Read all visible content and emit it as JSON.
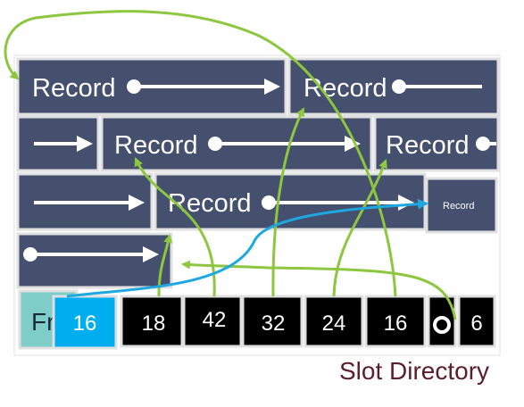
{
  "colors": {
    "record_fill": "#44506e",
    "page_border": "#d6d6d6",
    "arrow_white": "#ffffff",
    "pointer_green": "#8dc63f",
    "pointer_blue": "#1ea8e0",
    "slot_black": "#000000",
    "slot_free_fill": "#00aeef",
    "footer_teal": "#7ecdc8",
    "caption_color": "#5a1e2c"
  },
  "records": {
    "row1_a": "Record",
    "row1_b": "Record",
    "row2_b": "Record",
    "row2_c": "Record",
    "row3_b": "Record",
    "row3_small": "Record"
  },
  "footer": {
    "label": "Fr"
  },
  "slots": {
    "free_space_pointer": "16",
    "entry_1": "18",
    "entry_2": "42",
    "entry_3": "32",
    "entry_4": "24",
    "entry_5": "16",
    "count": "6"
  },
  "caption": "Slot Directory"
}
